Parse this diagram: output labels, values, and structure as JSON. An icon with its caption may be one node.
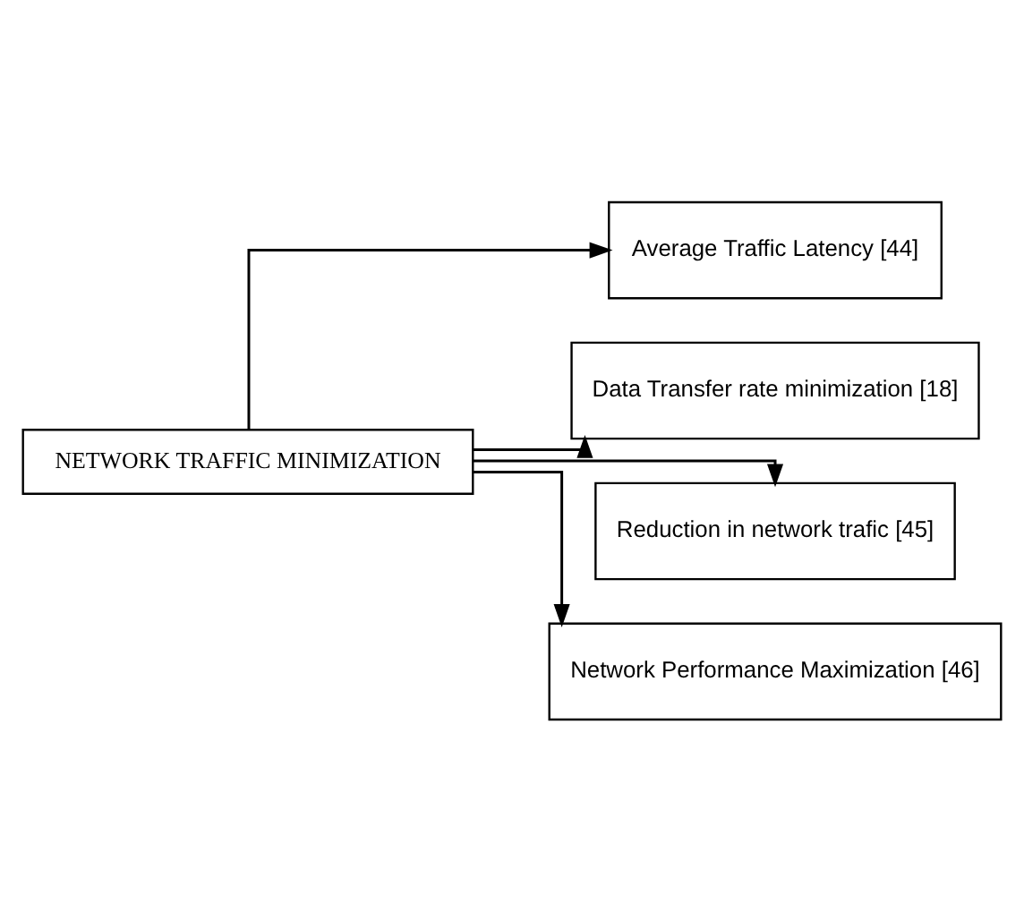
{
  "diagram": {
    "nodes": [
      {
        "text": [
          "NETWORK TRAFFIC MINIMIZATION"
        ]
      },
      {
        "text": [
          "Average Traffic Latency [44]"
        ]
      },
      {
        "text": [
          "Data Transfer rate minimization [18]"
        ]
      },
      {
        "text": [
          "Reduction in network trafic [45]"
        ]
      },
      {
        "text": [
          "Network Performance Maximization [46]"
        ]
      }
    ],
    "edges": [
      {
        "from": 0,
        "to": 1,
        "arrow": "to"
      },
      {
        "from": 0,
        "to": 2,
        "arrow": "to"
      },
      {
        "from": 0,
        "to": 3,
        "arrow": "to"
      },
      {
        "from": 0,
        "to": 4,
        "arrow": "to"
      }
    ]
  }
}
